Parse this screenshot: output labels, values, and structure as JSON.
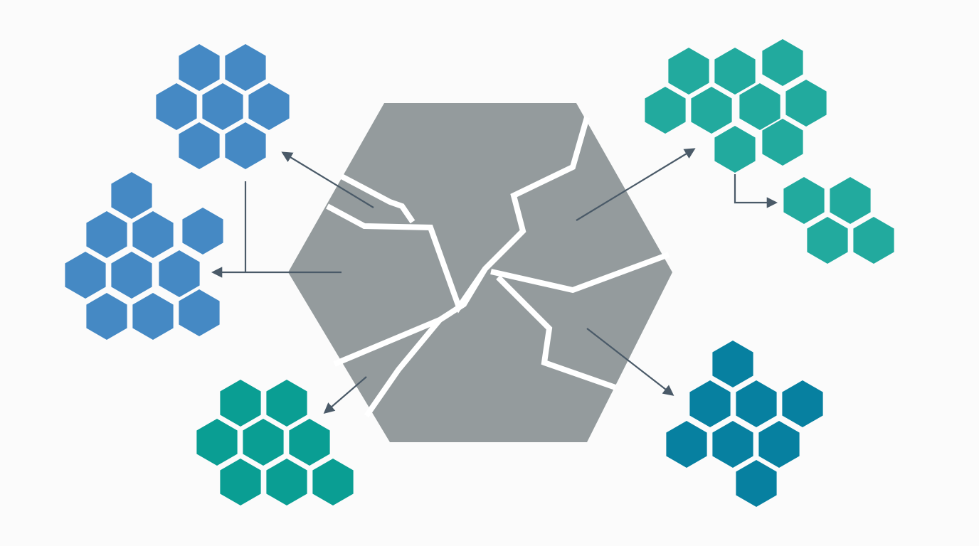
{
  "colors": {
    "background": "#fbfbfb",
    "core_hexagon": "#949b9d",
    "crack": "#ffffff",
    "arrow": "#4a5a68",
    "blue": "#4589c4",
    "teal_green": "#0a9e93",
    "teal_light": "#22aa9e",
    "teal_dark": "#0780a0"
  },
  "clusters": [
    {
      "id": "top-left",
      "color_key": "blue"
    },
    {
      "id": "mid-left",
      "color_key": "blue"
    },
    {
      "id": "bottom-left",
      "color_key": "teal_green"
    },
    {
      "id": "top-right",
      "color_key": "teal_light"
    },
    {
      "id": "right-small",
      "color_key": "teal_light"
    },
    {
      "id": "bottom-right",
      "color_key": "teal_dark"
    }
  ]
}
